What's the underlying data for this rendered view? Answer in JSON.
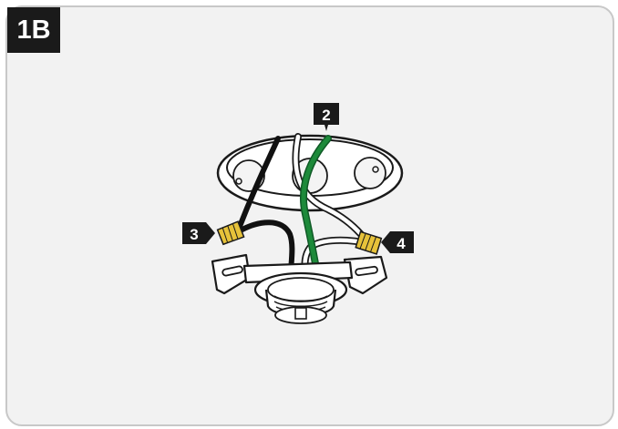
{
  "step_label": "1B",
  "callouts": {
    "c2": "2",
    "c3": "3",
    "c4": "4"
  },
  "colors": {
    "panel_bg": "#f2f2f2",
    "panel_border": "#c8c8c8",
    "tag_bg": "#1a1a1a",
    "ground_wire": "#1d8a3a",
    "hot_wire": "#1a1a1a",
    "neutral_wire": "#ffffff",
    "wire_nut": "#e6c23a"
  }
}
